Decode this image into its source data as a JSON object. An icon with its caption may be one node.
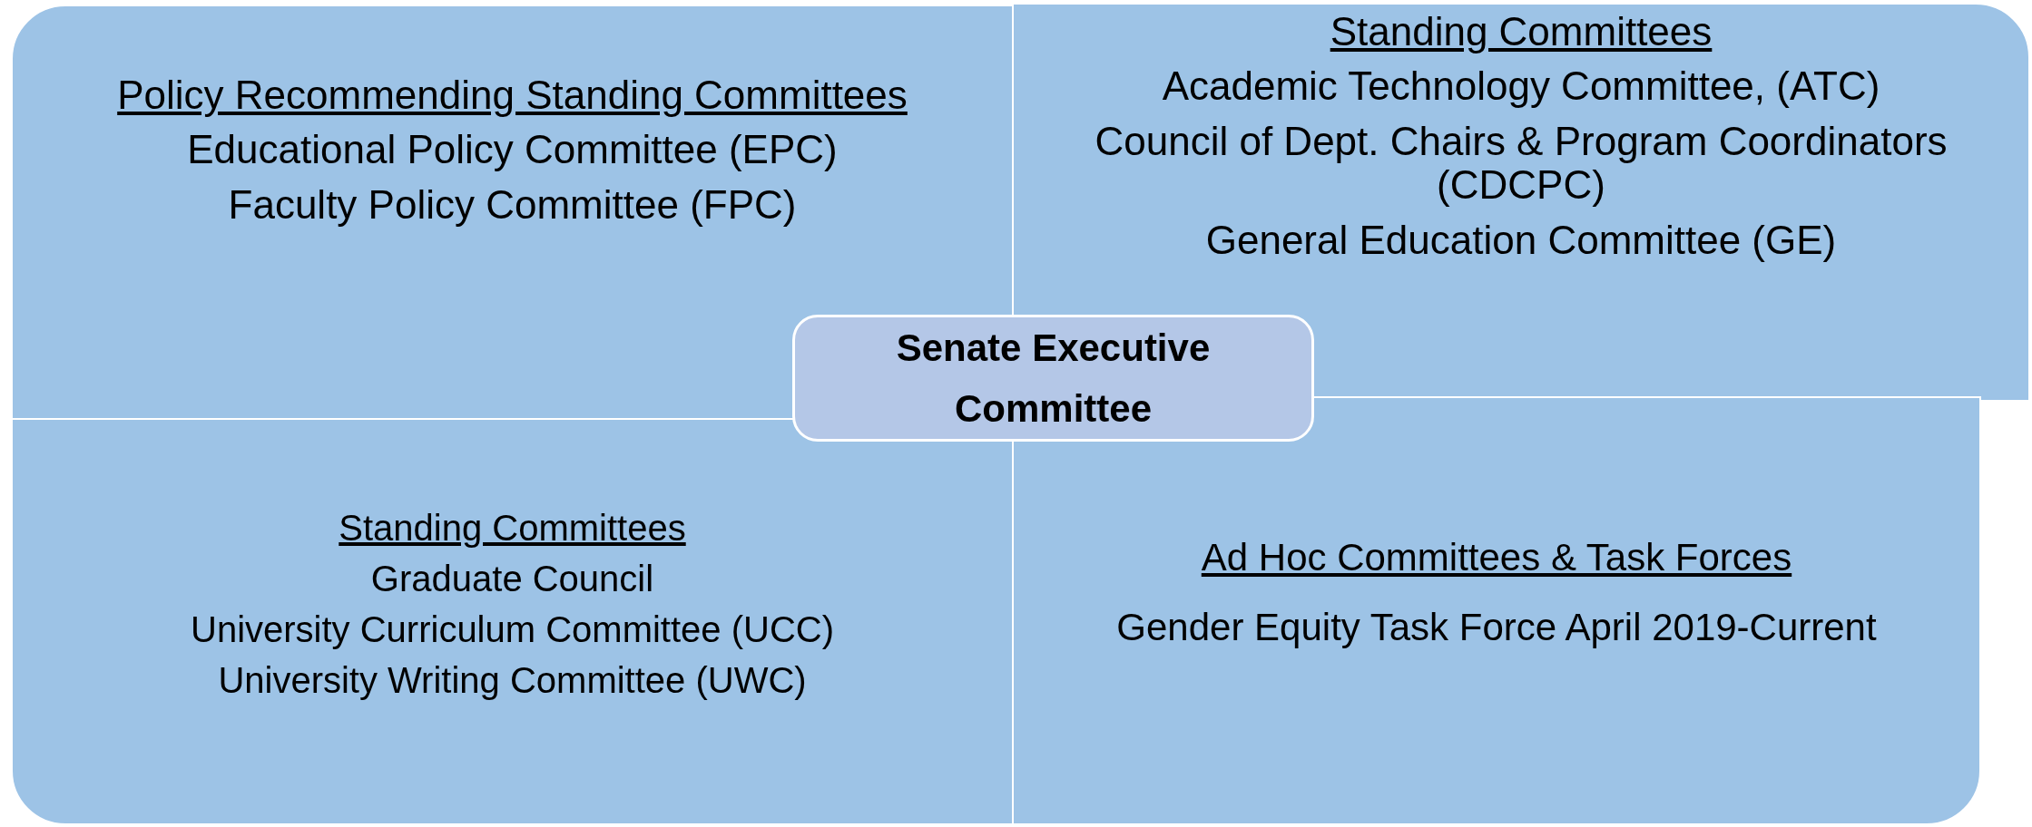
{
  "diagram": {
    "nodes": [
      {
        "text": [
          "Policy Recommending Standing Committees",
          "Educational Policy Committee (EPC)",
          "Faculty Policy Committee (FPC)"
        ]
      },
      {
        "text": [
          "Standing Committees",
          "Academic Technology Committee, (ATC)",
          "Council of Dept. Chairs & Program Coordinators (CDCPC)",
          "General Education Committee (GE)"
        ]
      },
      {
        "text": [
          "Standing Committees",
          "Graduate Council",
          "University Curriculum Committee (UCC)",
          "University Writing Committee (UWC)"
        ]
      },
      {
        "text": [
          "Ad Hoc Committees & Task Forces",
          "Gender Equity Task Force April 2019-Current"
        ]
      },
      {
        "text": [
          "Senate Executive Committee"
        ]
      }
    ],
    "edges": []
  }
}
